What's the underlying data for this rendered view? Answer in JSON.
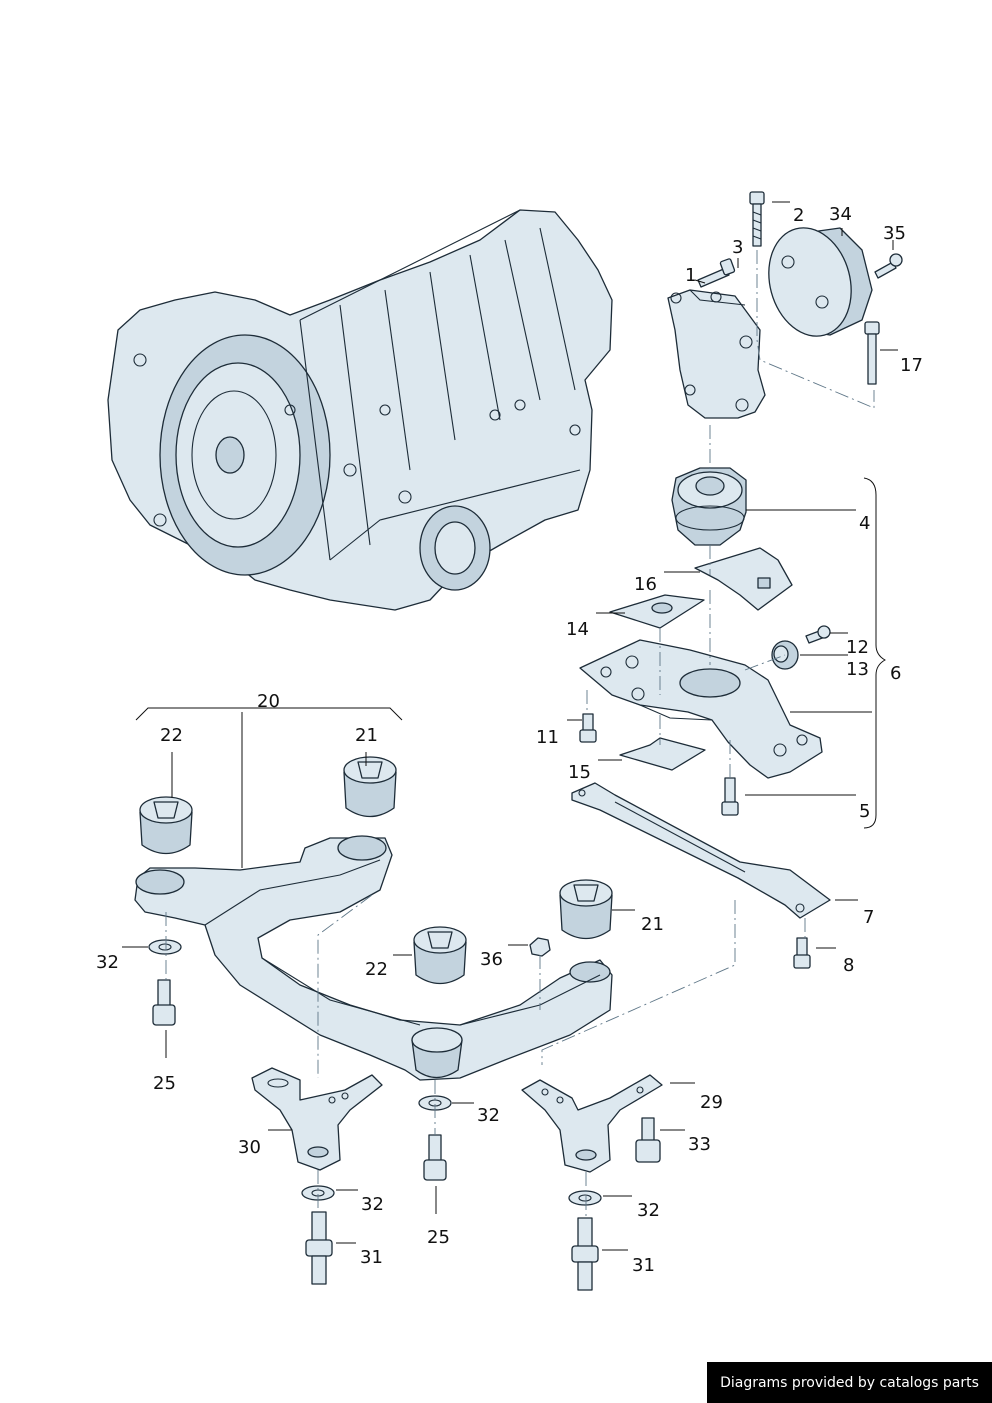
{
  "callouts": {
    "c1": "1",
    "c2": "2",
    "c3": "3",
    "c4": "4",
    "c5": "5",
    "c6": "6",
    "c7": "7",
    "c8": "8",
    "c11": "11",
    "c12": "12",
    "c13": "13",
    "c14": "14",
    "c15": "15",
    "c16": "16",
    "c17": "17",
    "c20": "20",
    "c21a": "21",
    "c21b": "21",
    "c22a": "22",
    "c22b": "22",
    "c25a": "25",
    "c25b": "25",
    "c29": "29",
    "c30": "30",
    "c31a": "31",
    "c31b": "31",
    "c32a": "32",
    "c32b": "32",
    "c32c": "32",
    "c32d": "32",
    "c33": "33",
    "c34": "34",
    "c35": "35",
    "c36": "36"
  },
  "footer": {
    "credit": "Diagrams provided by catalogs parts"
  },
  "colors": {
    "part_fill": "#dde8ef",
    "part_outline": "#1d2c38",
    "axis_line": "#5f7788",
    "credit_bg": "#000000",
    "credit_text": "#ffffff"
  }
}
